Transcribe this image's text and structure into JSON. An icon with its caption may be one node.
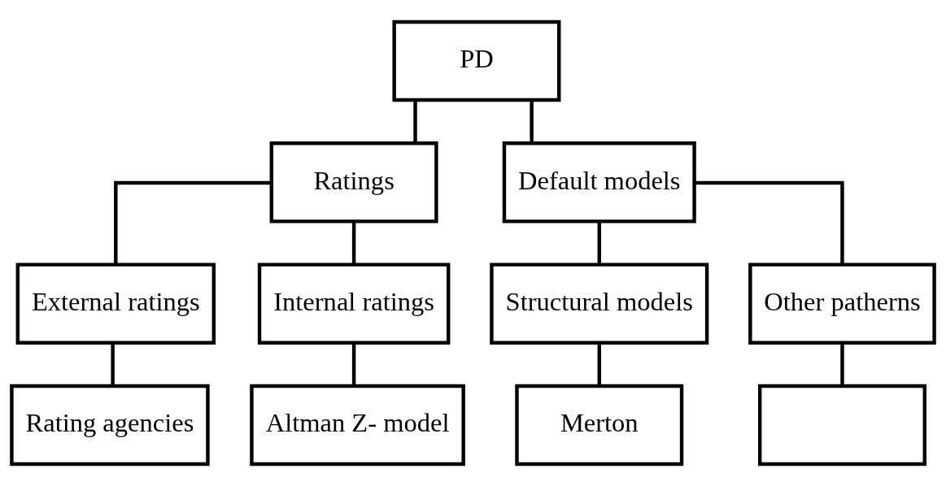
{
  "diagram": {
    "nodes": [
      {
        "text": [
          "PD"
        ]
      },
      {
        "text": [
          "Ratings"
        ]
      },
      {
        "text": [
          "Default models"
        ]
      },
      {
        "text": [
          "External ratings"
        ]
      },
      {
        "text": [
          "Internal ratings"
        ]
      },
      {
        "text": [
          "Structural models"
        ]
      },
      {
        "text": [
          "Other patherns"
        ]
      },
      {
        "text": [
          "Rating agencies"
        ]
      },
      {
        "text": [
          "Altman Z- model"
        ]
      },
      {
        "text": [
          "Merton"
        ]
      },
      {
        "text": [],
        "shape": "box"
      }
    ],
    "edges": [
      {
        "from": 0,
        "to": 1,
        "arrow": "none"
      },
      {
        "from": 0,
        "to": 2,
        "arrow": "none"
      },
      {
        "from": 1,
        "to": 3,
        "arrow": "none"
      },
      {
        "from": 1,
        "to": 4,
        "arrow": "none"
      },
      {
        "from": 2,
        "to": 5,
        "arrow": "none"
      },
      {
        "from": 2,
        "to": 6,
        "arrow": "none"
      },
      {
        "from": 3,
        "to": 7,
        "arrow": "none"
      },
      {
        "from": 4,
        "to": 8,
        "arrow": "none"
      },
      {
        "from": 5,
        "to": 9,
        "arrow": "none"
      },
      {
        "from": 6,
        "to": 10,
        "arrow": "none"
      }
    ]
  }
}
